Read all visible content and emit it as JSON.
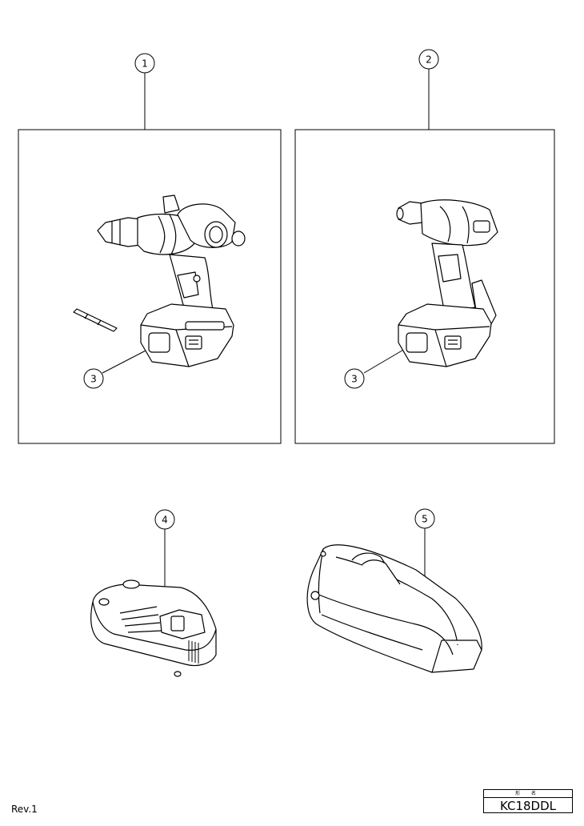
{
  "callouts": {
    "c1": "1",
    "c2": "2",
    "c3a": "3",
    "c3b": "3",
    "c4": "4",
    "c5": "5"
  },
  "footer": {
    "revision": "Rev.1",
    "model_heading": "形 名",
    "model_number": "KC18DDL"
  }
}
